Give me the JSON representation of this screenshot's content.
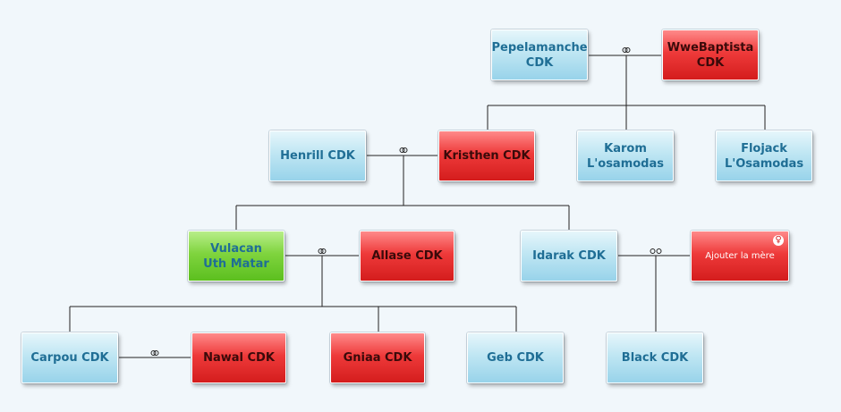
{
  "nodes": {
    "pepelamanche": "Pepelamanche\nCDK",
    "wwebaptista": "WweBaptista\nCDK",
    "henrill": "Henrill CDK",
    "kristhen": "Kristhen CDK",
    "karom": "Karom\nL'osamodas",
    "flojack": "Flojack\nL'Osamodas",
    "vulacan": "Vulacan\nUth Matar",
    "allase": "Allase CDK",
    "idarak": "Idarak CDK",
    "ajouter": "Ajouter la mère",
    "carpou": "Carpou CDK",
    "nawal": "Nawal CDK",
    "gniaa": "Gniaa CDK",
    "geb": "Geb CDK",
    "black": "Black CDK"
  },
  "colors": {
    "male": "#98d3ea",
    "female": "#d41d1d",
    "highlight": "#5cbf1f",
    "background": "#f1f7fb"
  },
  "icons": {
    "marriage": "interlocked-rings-icon",
    "add_mother": "female-symbol-icon"
  }
}
